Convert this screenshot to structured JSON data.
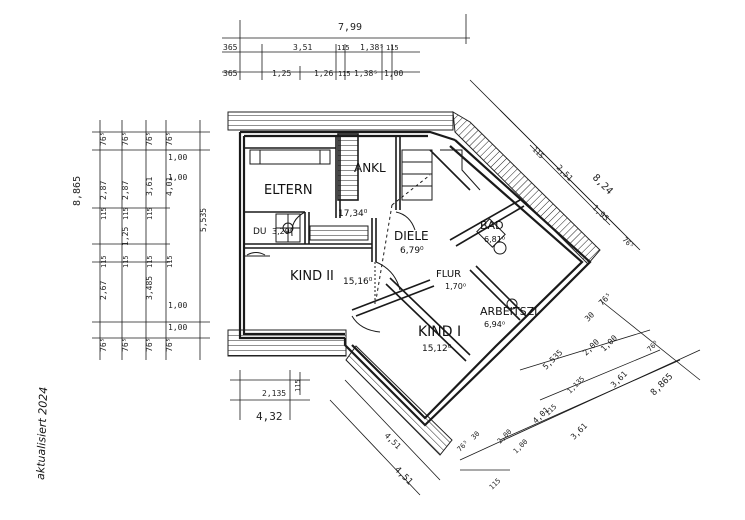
{
  "rooms": {
    "eltern": "ELTERN",
    "ankl": "ANKL",
    "ankl_area": "17,34⁰",
    "diele": "DIELE",
    "diele_area": "6,79⁰",
    "bad": "BAD",
    "bad_area": "6,81⁰",
    "dusche": "DU",
    "dusche_area": "3,29⁰",
    "kind2": "KIND II",
    "kind2_area": "15,16⁰",
    "flur": "FLUR",
    "flur_area": "1,70⁰",
    "arbeitszi": "ARBEITSZI",
    "arbeitszi_area": "6,94⁰",
    "kind1": "KIND I",
    "kind1_area": "15,12⁰"
  },
  "dims_top": {
    "overall": "7,99",
    "row1": [
      "365",
      "3,51",
      "115",
      "1,38⁵",
      "115"
    ],
    "row2": [
      "365",
      "1,25",
      "1,26",
      "115",
      "1,38⁵",
      "1,00"
    ]
  },
  "dims_left": {
    "overall": "8,865",
    "col1": [
      "76⁵",
      "2,87",
      "115",
      "2,67",
      "115",
      "76⁵"
    ],
    "col2": [
      "76⁵",
      "2,87",
      "115",
      "1,25",
      "115",
      "76⁵"
    ],
    "col3": [
      "76⁵",
      "3,485",
      "115",
      "3,61",
      "115",
      "76⁵"
    ],
    "col4": [
      "76⁵",
      "4,01",
      "115",
      "76⁵"
    ],
    "inner": [
      "1,00",
      "1,00",
      "5,535",
      "1,00",
      "1,00"
    ]
  },
  "dims_right": {
    "overall": "8,24",
    "upper": [
      "115",
      "2,51",
      "1,95",
      "76⁵"
    ],
    "lower": [
      "30",
      "76⁵",
      "5,535",
      "2,00",
      "1,00",
      "3,61",
      "8,865",
      "76⁵",
      "1,135",
      "115"
    ]
  },
  "dims_bottom": {
    "a": "2,135",
    "b": "115",
    "c": "4,32",
    "d": "4,51",
    "e": "4,51",
    "f": [
      "76⁵",
      "30",
      "2,00",
      "1,00",
      "4,01",
      "3,61",
      "115"
    ]
  },
  "margin_note": "aktualisiert 2024"
}
